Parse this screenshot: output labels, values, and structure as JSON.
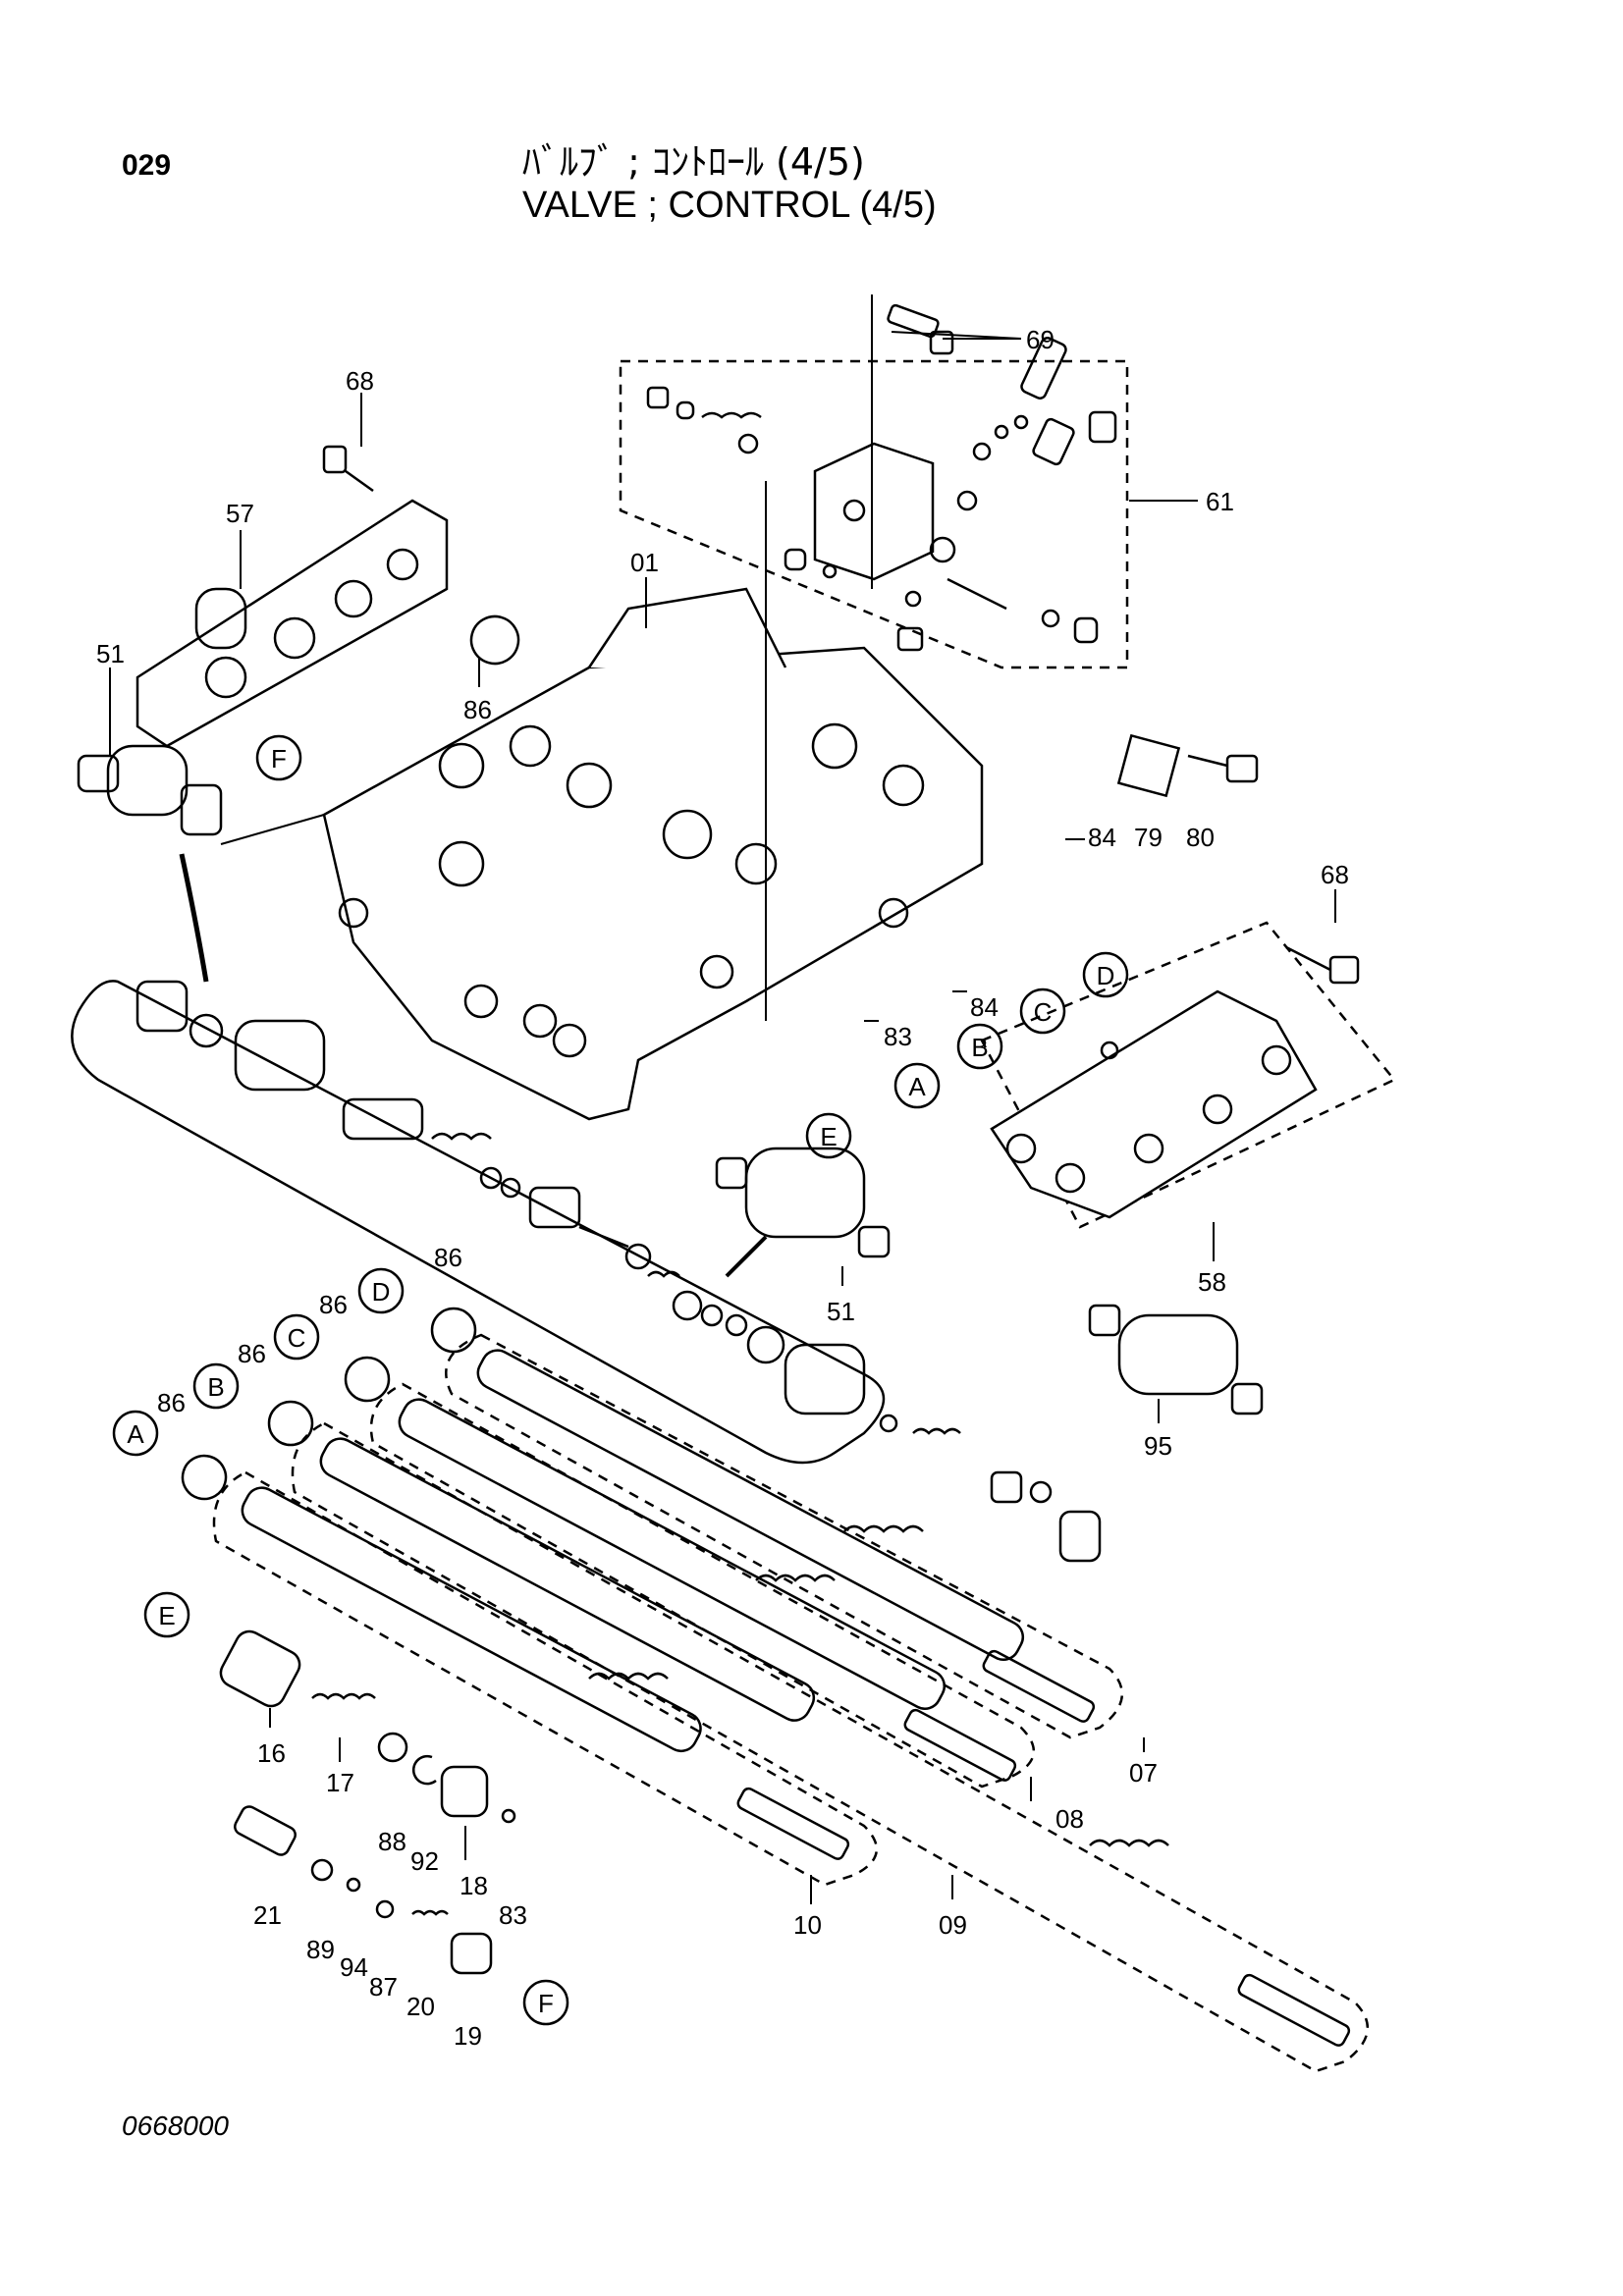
{
  "header": {
    "page_number": "029",
    "title_jp": "ﾊﾞﾙﾌﾞ ; ｺﾝﾄﾛｰﾙ (4/5)",
    "title_en": "VALVE ; CONTROL (4/5)"
  },
  "footer": {
    "drawing_code": "0668000"
  },
  "part_labels": [
    {
      "id": "lbl-69",
      "text": "69"
    },
    {
      "id": "lbl-68a",
      "text": "68"
    },
    {
      "id": "lbl-57",
      "text": "57"
    },
    {
      "id": "lbl-61",
      "text": "61"
    },
    {
      "id": "lbl-01",
      "text": "01"
    },
    {
      "id": "lbl-51a",
      "text": "51"
    },
    {
      "id": "lbl-86a",
      "text": "86"
    },
    {
      "id": "lbl-84a",
      "text": "84"
    },
    {
      "id": "lbl-79",
      "text": "79"
    },
    {
      "id": "lbl-80",
      "text": "80"
    },
    {
      "id": "lbl-68b",
      "text": "68"
    },
    {
      "id": "lbl-84b",
      "text": "84"
    },
    {
      "id": "lbl-83a",
      "text": "83"
    },
    {
      "id": "lbl-58",
      "text": "58"
    },
    {
      "id": "lbl-51b",
      "text": "51"
    },
    {
      "id": "lbl-86b",
      "text": "86"
    },
    {
      "id": "lbl-86c",
      "text": "86"
    },
    {
      "id": "lbl-86d",
      "text": "86"
    },
    {
      "id": "lbl-86e",
      "text": "86"
    },
    {
      "id": "lbl-95",
      "text": "95"
    },
    {
      "id": "lbl-07",
      "text": "07"
    },
    {
      "id": "lbl-08",
      "text": "08"
    },
    {
      "id": "lbl-16",
      "text": "16"
    },
    {
      "id": "lbl-17",
      "text": "17"
    },
    {
      "id": "lbl-88",
      "text": "88"
    },
    {
      "id": "lbl-92",
      "text": "92"
    },
    {
      "id": "lbl-18",
      "text": "18"
    },
    {
      "id": "lbl-83b",
      "text": "83"
    },
    {
      "id": "lbl-21",
      "text": "21"
    },
    {
      "id": "lbl-89",
      "text": "89"
    },
    {
      "id": "lbl-94",
      "text": "94"
    },
    {
      "id": "lbl-87",
      "text": "87"
    },
    {
      "id": "lbl-20",
      "text": "20"
    },
    {
      "id": "lbl-19",
      "text": "19"
    },
    {
      "id": "lbl-10",
      "text": "10"
    },
    {
      "id": "lbl-09",
      "text": "09"
    }
  ],
  "callouts": [
    {
      "id": "co-F1",
      "text": "F"
    },
    {
      "id": "co-D1",
      "text": "D"
    },
    {
      "id": "co-C1",
      "text": "C"
    },
    {
      "id": "co-B1",
      "text": "B"
    },
    {
      "id": "co-A1",
      "text": "A"
    },
    {
      "id": "co-E1",
      "text": "E"
    },
    {
      "id": "co-D2",
      "text": "D"
    },
    {
      "id": "co-C2",
      "text": "C"
    },
    {
      "id": "co-B2",
      "text": "B"
    },
    {
      "id": "co-A2",
      "text": "A"
    },
    {
      "id": "co-E2",
      "text": "E"
    },
    {
      "id": "co-F2",
      "text": "F"
    }
  ]
}
